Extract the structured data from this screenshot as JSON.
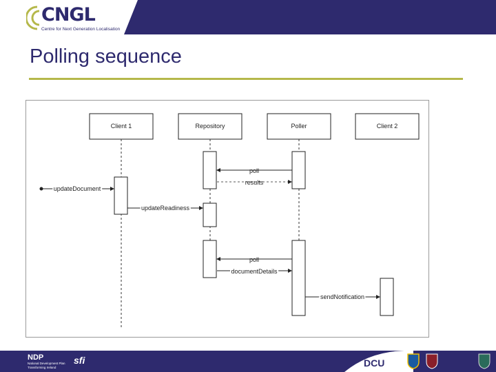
{
  "header": {
    "logo_text": "CNGL",
    "logo_tagline": "Centre for Next Generation Localisation",
    "brand_color": "#2e2a6e",
    "accent_color": "#b5b84a"
  },
  "title": "Polling sequence",
  "diagram": {
    "participants": [
      "Client 1",
      "Repository",
      "Poller",
      "Client 2"
    ],
    "messages": [
      {
        "label": "poll",
        "from": "Poller",
        "to": "Repository",
        "style": "solid"
      },
      {
        "label": "results",
        "from": "Repository",
        "to": "Poller",
        "style": "dashed"
      },
      {
        "label": "updateDocument",
        "from": "external",
        "to": "Client 1",
        "style": "solid"
      },
      {
        "label": "updateReadiness",
        "from": "Client 1",
        "to": "Repository",
        "style": "solid"
      },
      {
        "label": "poll",
        "from": "Poller",
        "to": "Repository",
        "style": "solid"
      },
      {
        "label": "documentDetails",
        "from": "Repository",
        "to": "Poller",
        "style": "solid"
      },
      {
        "label": "sendNotification",
        "from": "Poller",
        "to": "Client 2",
        "style": "solid"
      }
    ]
  },
  "footer": {
    "logos": [
      "NDP",
      "National Development Plan",
      "Transforming Ireland",
      "sfi",
      "DCU",
      "UCD",
      "TCD",
      "UL"
    ]
  }
}
